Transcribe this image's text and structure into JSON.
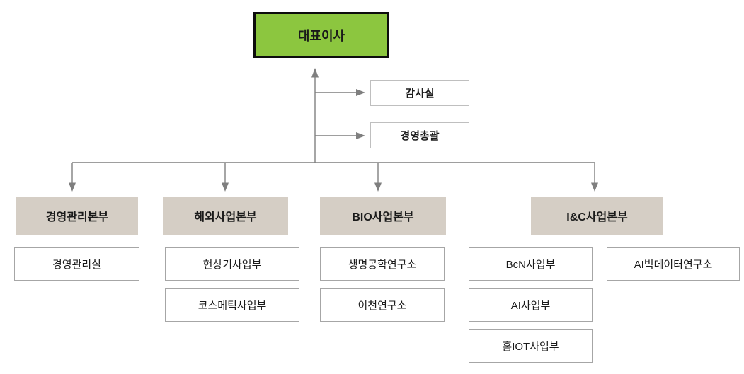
{
  "colors": {
    "background": "#FFFFFF",
    "ceo_fill": "#8CC63F",
    "ceo_border": "#0D0D0D",
    "division_fill": "#D5CEC5",
    "box_border": "#A6A6A6",
    "staff_box_border": "#BFBFBF",
    "connector": "#7F7F7F",
    "text": "#1A1A1A"
  },
  "org_chart": {
    "ceo": {
      "label": "대표이사"
    },
    "staff_units": [
      {
        "label": "감사실"
      },
      {
        "label": "경영총괄"
      }
    ],
    "divisions": [
      {
        "label": "경영관리본부",
        "children": [
          {
            "label": "경영관리실"
          }
        ]
      },
      {
        "label": "해외사업본부",
        "children": [
          {
            "label": "현상기사업부"
          },
          {
            "label": "코스메틱사업부"
          }
        ]
      },
      {
        "label": "BIO사업본부",
        "children": [
          {
            "label": "생명공학연구소"
          },
          {
            "label": "이천연구소"
          }
        ]
      },
      {
        "label": "I&C사업본부",
        "children": [
          {
            "label": "BcN사업부"
          },
          {
            "label": "AI사업부"
          },
          {
            "label": "홈IOT사업부"
          }
        ],
        "side_children": [
          {
            "label": "AI빅데이터연구소"
          }
        ]
      }
    ]
  }
}
